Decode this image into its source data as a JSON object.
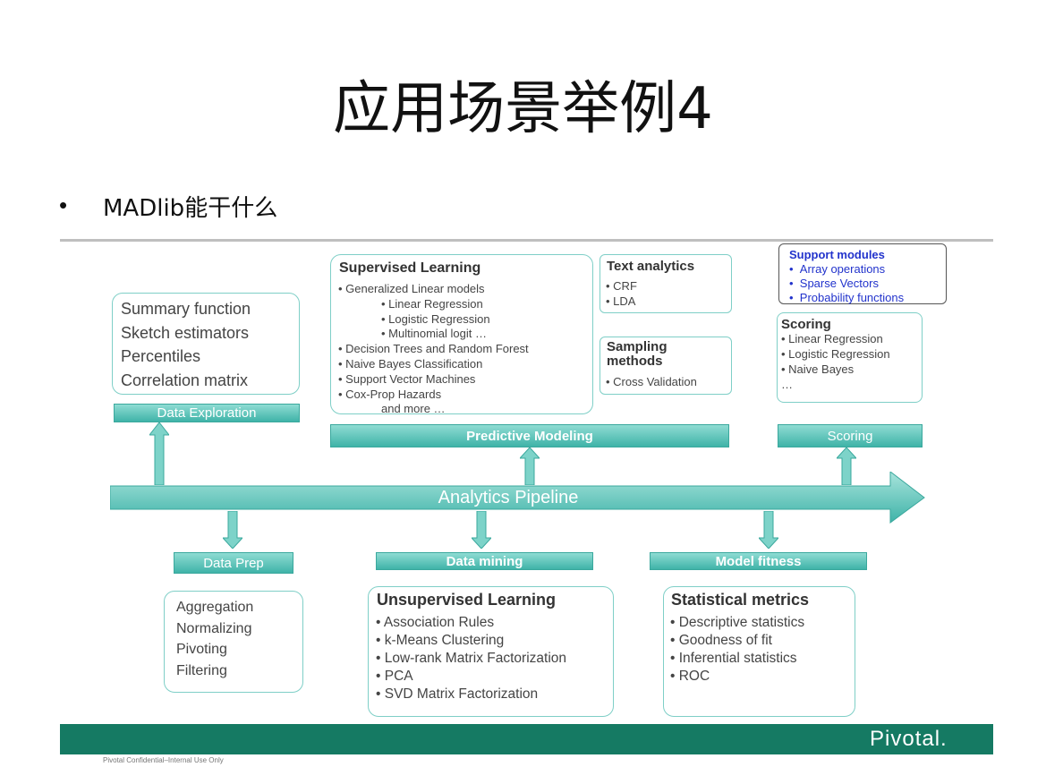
{
  "slide": {
    "title": "应用场景举例4",
    "bullet": "MADlib能干什么"
  },
  "diagram": {
    "pipeline": "Analytics Pipeline",
    "data_exploration": {
      "label": "Data Exploration",
      "items": [
        "Summary function",
        "Sketch estimators",
        "Percentiles",
        "Correlation matrix"
      ]
    },
    "supervised": {
      "heading": "Supervised Learning",
      "items": [
        {
          "text": "Generalized Linear models",
          "level": 0
        },
        {
          "text": "Linear Regression",
          "level": 1
        },
        {
          "text": "Logistic Regression",
          "level": 1
        },
        {
          "text": "Multinomial logit …",
          "level": 1
        },
        {
          "text": "Decision Trees and Random Forest",
          "level": 0
        },
        {
          "text": "Naive Bayes Classification",
          "level": 0
        },
        {
          "text": "Support Vector Machines",
          "level": 0
        },
        {
          "text": "Cox-Prop Hazards",
          "level": 0
        }
      ],
      "more": "and more …"
    },
    "text_analytics": {
      "heading": "Text analytics",
      "items": [
        "CRF",
        "LDA"
      ]
    },
    "sampling": {
      "heading": "Sampling\nmethods",
      "items": [
        "Cross Validation"
      ]
    },
    "predictive_modeling": "Predictive Modeling",
    "support_modules": {
      "heading": "Support modules",
      "items": [
        "Array operations",
        "Sparse Vectors",
        "Probability functions"
      ]
    },
    "scoring_box": {
      "heading": "Scoring",
      "items": [
        "Linear Regression",
        "Logistic Regression",
        "Naive Bayes"
      ],
      "more": "…"
    },
    "scoring": "Scoring",
    "data_prep": {
      "label": "Data Prep",
      "items": [
        "Aggregation",
        "Normalizing",
        "Pivoting",
        "Filtering"
      ]
    },
    "data_mining": "Data mining",
    "unsupervised": {
      "heading": "Unsupervised Learning",
      "items": [
        "Association Rules",
        "k-Means Clustering",
        "Low-rank Matrix Factorization",
        "PCA",
        "SVD Matrix Factorization"
      ]
    },
    "model_fitness": "Model fitness",
    "stat_metrics": {
      "heading": "Statistical metrics",
      "items": [
        "Descriptive statistics",
        "Goodness of fit",
        "Inferential statistics",
        "ROC"
      ]
    },
    "logo": "Pivotal.",
    "confidential": "Pivotal Confidential–Internal Use Only"
  },
  "colors": {
    "teal_light": "#8fdcd3",
    "teal_dark": "#3fb3a8",
    "border": "#7fcfc7",
    "footer": "#157a63",
    "support_blue": "#2233cc"
  }
}
